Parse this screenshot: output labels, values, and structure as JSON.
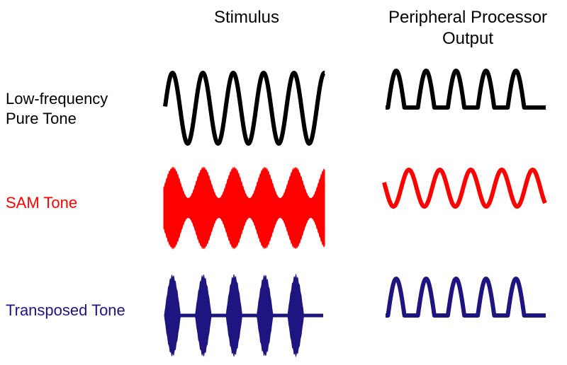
{
  "headers": {
    "stimulus": "Stimulus",
    "output_line1": "Peripheral Processor",
    "output_line2": "Output"
  },
  "rows": [
    {
      "label_line1": "Low-frequency",
      "label_line2": "Pure Tone",
      "color": "#000000"
    },
    {
      "label": "SAM Tone",
      "color": "#ff0000"
    },
    {
      "label": "Transposed Tone",
      "color": "#1f1580"
    }
  ],
  "waveforms": {
    "cycles": 5,
    "stimulus": [
      "pure-sine",
      "sinusoidally-amplitude-modulated",
      "transposed-half-wave-rectified-modulated"
    ],
    "output": [
      "half-wave-rectified-pulses",
      "sine",
      "half-wave-rectified-pulses"
    ]
  }
}
